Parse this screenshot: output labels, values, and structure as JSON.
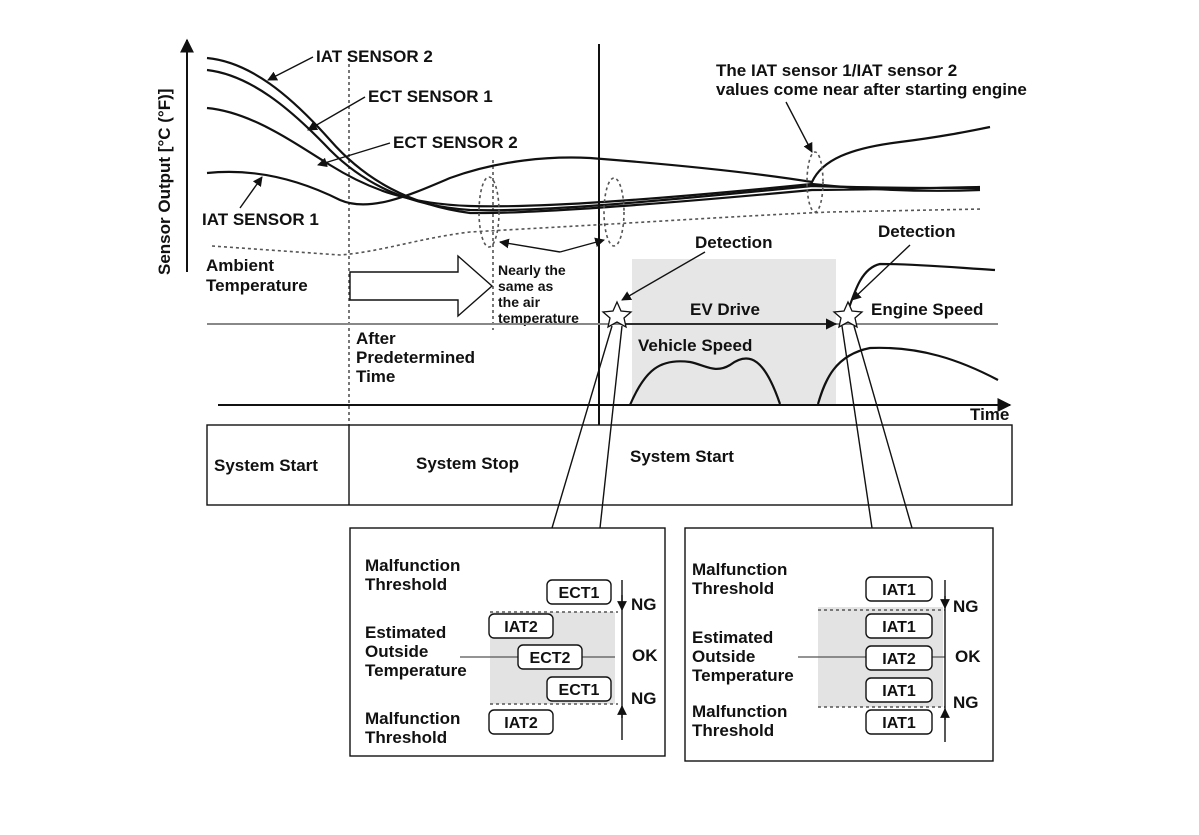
{
  "y_axis_label": "Sensor Output [°C (°F)]",
  "x_axis_label": "Time",
  "curve_labels": {
    "iat2": "IAT SENSOR 2",
    "ect1": "ECT SENSOR 1",
    "ect2": "ECT SENSOR 2",
    "iat1": "IAT SENSOR 1"
  },
  "ambient_line1": "Ambient",
  "ambient_line2": "Temperature",
  "note_top_line1": "The IAT sensor 1/IAT sensor 2",
  "note_top_line2": "values come near after starting engine",
  "detection_label": "Detection",
  "nearly_lines": [
    "Nearly the",
    "same as",
    "the air",
    "temperature"
  ],
  "ev_drive": "EV Drive",
  "engine_speed": "Engine Speed",
  "vehicle_speed": "Vehicle Speed",
  "after_lines": [
    "After",
    "Predetermined",
    "Time"
  ],
  "phases": [
    "System Start",
    "System Stop",
    "System Start"
  ],
  "detail_common": {
    "malfunction_line1": "Malfunction",
    "malfunction_line2": "Threshold",
    "estimated_lines": [
      "Estimated",
      "Outside",
      "Temperature"
    ],
    "ng": "NG",
    "ok": "OK"
  },
  "detail_left_pills": [
    "ECT1",
    "IAT2",
    "ECT2",
    "ECT1",
    "IAT2"
  ],
  "detail_right_pills": [
    "IAT1",
    "IAT1",
    "IAT2",
    "IAT1",
    "IAT1"
  ]
}
